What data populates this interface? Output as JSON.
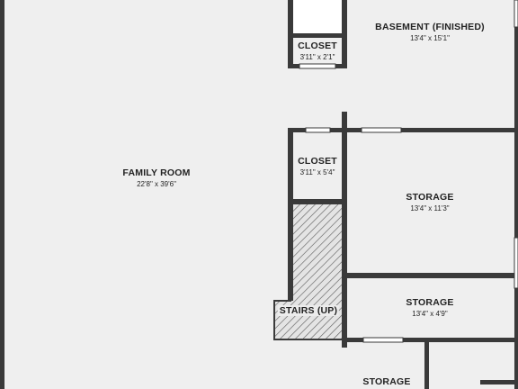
{
  "rooms": {
    "basement": {
      "name": "BASEMENT (FINISHED)",
      "dims": "13'4\" x 15'1\""
    },
    "closet_top": {
      "name": "CLOSET",
      "dims": "3'11\" x 2'1\""
    },
    "family_room": {
      "name": "FAMILY ROOM",
      "dims": "22'8\" x 39'6\""
    },
    "closet_mid": {
      "name": "CLOSET",
      "dims": "3'11\" x 5'4\""
    },
    "storage_large": {
      "name": "STORAGE",
      "dims": "13'4\" x 11'3\""
    },
    "storage_small": {
      "name": "STORAGE",
      "dims": "13'4\" x 4'9\""
    },
    "storage_bottom": {
      "name": "STORAGE"
    },
    "stairs": {
      "name": "STAIRS (UP)"
    }
  },
  "colors": {
    "background": "#efefef",
    "wall": "#3a3a3a",
    "window": "#ffffff",
    "stairs_fill": "#dddddd"
  }
}
